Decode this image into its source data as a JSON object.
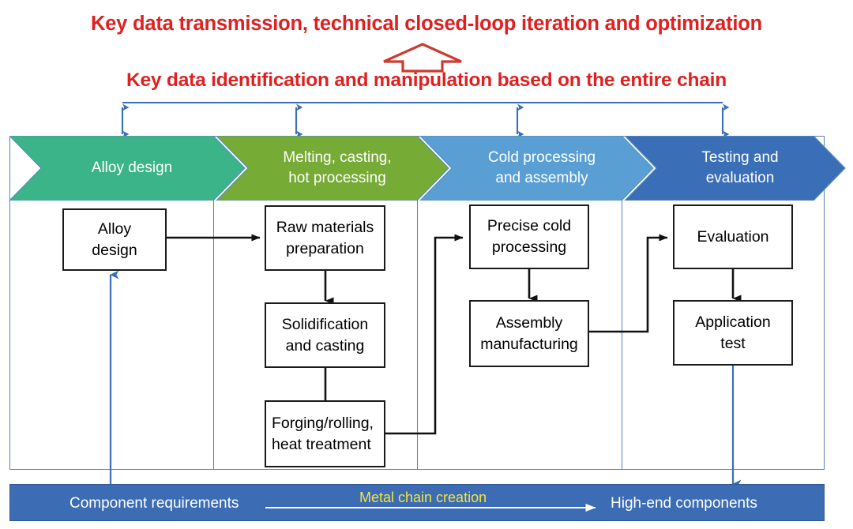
{
  "headings": {
    "top": "Key data transmission, technical closed-loop iteration and optimization",
    "bottom": "Key data identification and manipulation based on the entire chain",
    "color": "#e02020",
    "arrow_icon": "red-up-arrow-icon"
  },
  "stages": [
    {
      "label_line1": "Alloy design",
      "label_line2": "",
      "color": "#3cb489"
    },
    {
      "label_line1": "Melting, casting,",
      "label_line2": "hot processing",
      "color": "#76ab36"
    },
    {
      "label_line1": "Cold processing",
      "label_line2": "and assembly",
      "color": "#599fd4"
    },
    {
      "label_line1": "Testing and",
      "label_line2": "evaluation",
      "color": "#3a6fb7"
    }
  ],
  "boxes": [
    {
      "line1": "Alloy",
      "line2": "design"
    },
    {
      "line1": "Raw materials",
      "line2": "preparation"
    },
    {
      "line1": "Solidification",
      "line2": "and casting"
    },
    {
      "line1": "Forging/rolling,",
      "line2": "heat treatment"
    },
    {
      "line1": "Precise cold",
      "line2": "processing"
    },
    {
      "line1": "Assembly",
      "line2": "manufacturing"
    },
    {
      "line1": "Evaluation",
      "line2": ""
    },
    {
      "line1": "Application",
      "line2": "test"
    }
  ],
  "bottom_bar": {
    "left_text": "Component requirements",
    "mid_text": "Metal chain creation",
    "right_text": "High-end components",
    "bar_color": "#3c6cb4",
    "mid_text_color": "#f2e53c",
    "arrow_icon": "right-arrow-icon"
  },
  "rail": {
    "connector_color": "#3a6fb7",
    "arrow_icon": "double-headed-vertical-arrow-icon"
  },
  "feedback_arrows": {
    "up_arrow_icon": "blue-up-arrow-icon",
    "down_arrow_icon": "blue-down-arrow-icon",
    "color": "#3a6fb7"
  }
}
